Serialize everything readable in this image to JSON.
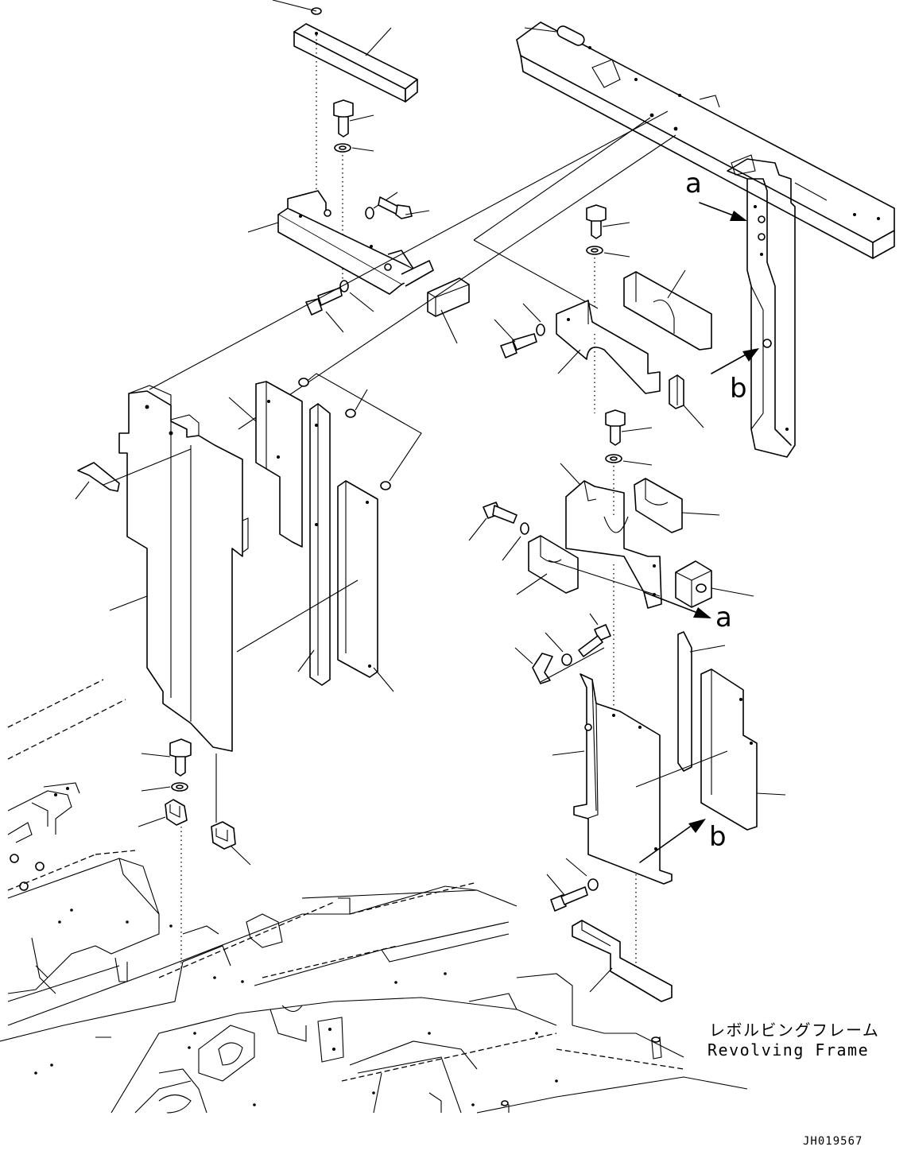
{
  "frame_label": {
    "japanese": "レボルビングフレーム",
    "english": "Revolving Frame"
  },
  "drawing_number": "JH019567",
  "view_markers": {
    "a": "a",
    "b": "b"
  }
}
